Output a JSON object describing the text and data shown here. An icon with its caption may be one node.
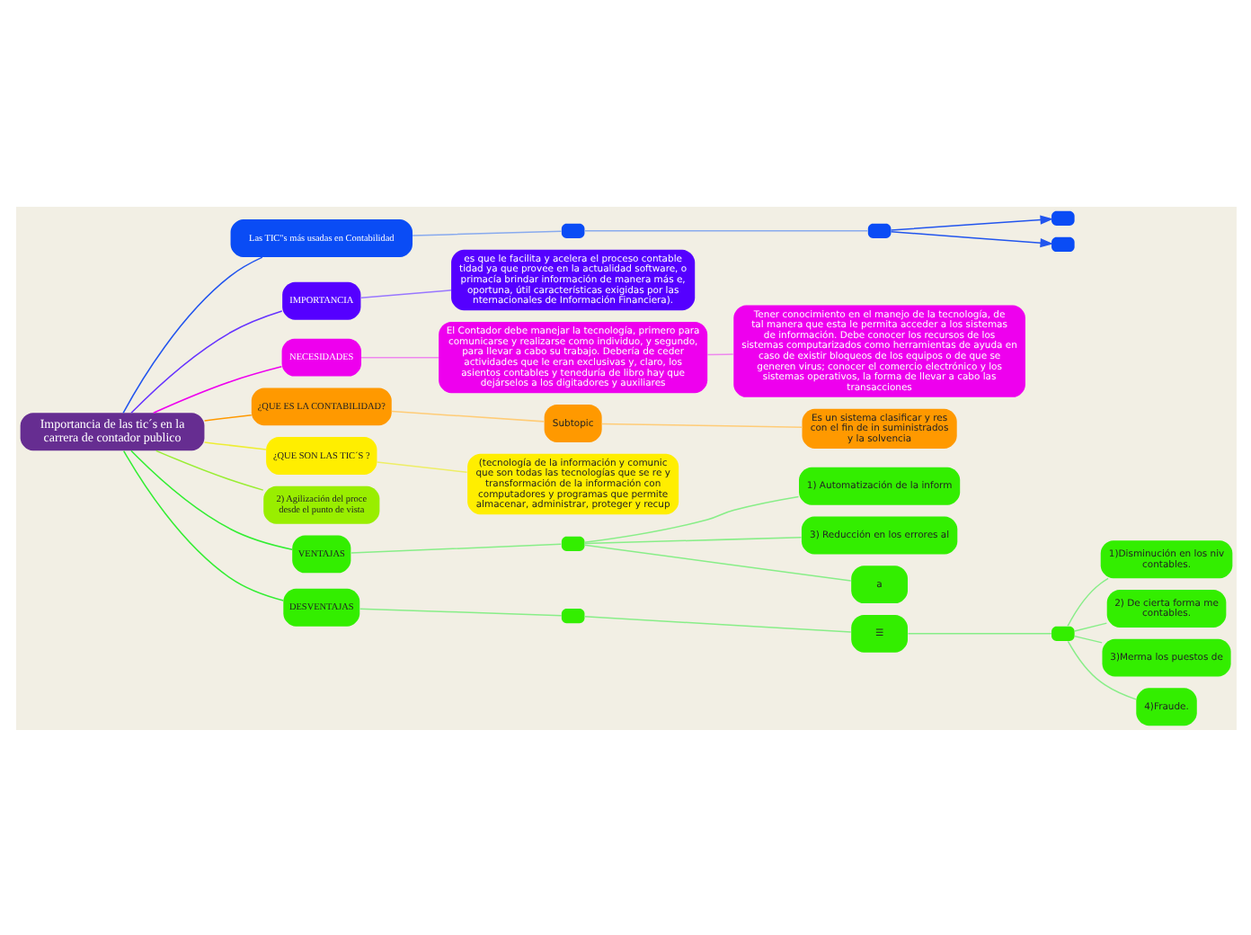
{
  "diagram": {
    "nodes": [
      {
        "text": [
          "Importancia de las tic´s en la carrera de contador publico"
        ]
      },
      {
        "text": [
          "Las TIC\"s más usadas en Contabilidad"
        ]
      },
      {
        "text": [],
        "shape": "box"
      },
      {
        "text": [],
        "shape": "box"
      },
      {
        "text": [],
        "shape": "box"
      },
      {
        "text": [],
        "shape": "box"
      },
      {
        "text": [
          "IMPORTANCIA"
        ]
      },
      {
        "text": [
          "es que le facilita y acelera el proceso contable tidad ya que provee en la actualidad software, o primacía brindar información de manera más e, oportuna, útil características exigidas por las nternacionales de Información Financiera)."
        ]
      },
      {
        "text": [
          "NECESIDADES"
        ]
      },
      {
        "text": [
          "El Contador debe manejar la tecnología, primero para comunicarse y realizarse como individuo, y segundo, para llevar a cabo su trabajo. Debería de ceder actividades que le eran exclusivas y, claro, los asientos contables y teneduría de libro hay que dejárselos a los digitadores y auxiliares"
        ]
      },
      {
        "text": [
          "Tener conocimiento en el manejo de la tecnología, de tal manera que esta le permita acceder a los sistemas de información. Debe conocer los recursos de los sistemas computarizados como herramientas de ayuda en caso de existir bloqueos de los equipos o de que se generen virus; conocer el comercio electrónico y los sistemas operativos, la forma de llevar a cabo las transacciones"
        ]
      },
      {
        "text": [
          "¿QUE ES LA CONTABILIDAD?"
        ]
      },
      {
        "text": [
          "Subtopic"
        ]
      },
      {
        "text": [
          "Es un sistema clasificar y res con el fin de in suministrados y la solvencia"
        ]
      },
      {
        "text": [
          "¿QUE SON LAS TIC´S ?"
        ]
      },
      {
        "text": [
          "(tecnología de la información y comunic que son todas las tecnologías que se re y transformación de la información con computadores y programas que permite almacenar, administrar, proteger y recup"
        ]
      },
      {
        "text": [
          "2) Agilización del proce desde el punto de vista"
        ]
      },
      {
        "text": [
          "VENTAJAS"
        ]
      },
      {
        "text": [],
        "shape": "box"
      },
      {
        "text": [
          "1) Automatización de la inform"
        ]
      },
      {
        "text": [
          "3) Reducción en los errores al"
        ]
      },
      {
        "text": [
          "a"
        ]
      },
      {
        "text": [
          "DESVENTAJAS"
        ]
      },
      {
        "text": [],
        "shape": "box"
      },
      {
        "text": [
          "☰"
        ]
      },
      {
        "text": [],
        "shape": "box"
      },
      {
        "text": [
          "1)Disminución en los niv contables."
        ]
      },
      {
        "text": [
          "2) De cierta forma me contables."
        ]
      },
      {
        "text": [
          "3)Merma los puestos de"
        ]
      },
      {
        "text": [
          "4)Fraude."
        ]
      }
    ],
    "edges": [
      {
        "from": 0,
        "to": 1,
        "arrow": "none",
        "color": "#2255ee"
      },
      {
        "from": 1,
        "to": 2,
        "arrow": "none",
        "color": "#88aaee"
      },
      {
        "from": 2,
        "to": 3,
        "arrow": "none",
        "color": "#88aaee"
      },
      {
        "from": 3,
        "to": 4,
        "arrow": "to",
        "color": "#2255ee"
      },
      {
        "from": 3,
        "to": 5,
        "arrow": "to",
        "color": "#2255ee"
      },
      {
        "from": 0,
        "to": 6,
        "arrow": "none",
        "color": "#6633ff"
      },
      {
        "from": 6,
        "to": 7,
        "arrow": "none",
        "color": "#9977ff"
      },
      {
        "from": 0,
        "to": 8,
        "arrow": "none",
        "color": "#ee00ee"
      },
      {
        "from": 8,
        "to": 9,
        "arrow": "none",
        "color": "#ee88ee"
      },
      {
        "from": 9,
        "to": 10,
        "arrow": "none",
        "color": "#ee88ee"
      },
      {
        "from": 0,
        "to": 11,
        "arrow": "none",
        "color": "#ff9900"
      },
      {
        "from": 11,
        "to": 12,
        "arrow": "none",
        "color": "#ffcc77"
      },
      {
        "from": 12,
        "to": 13,
        "arrow": "none",
        "color": "#ffcc77"
      },
      {
        "from": 0,
        "to": 14,
        "arrow": "none",
        "color": "#eeee33"
      },
      {
        "from": 14,
        "to": 15,
        "arrow": "none",
        "color": "#eeee66"
      },
      {
        "from": 0,
        "to": 16,
        "arrow": "none",
        "color": "#99ee33"
      },
      {
        "from": 0,
        "to": 17,
        "arrow": "none",
        "color": "#33ee33"
      },
      {
        "from": 17,
        "to": 18,
        "arrow": "none",
        "color": "#88ee88"
      },
      {
        "from": 18,
        "to": 19,
        "arrow": "none",
        "color": "#88ee88"
      },
      {
        "from": 18,
        "to": 20,
        "arrow": "none",
        "color": "#88ee88"
      },
      {
        "from": 18,
        "to": 21,
        "arrow": "none",
        "color": "#88ee88"
      },
      {
        "from": 0,
        "to": 22,
        "arrow": "none",
        "color": "#33ee33"
      },
      {
        "from": 22,
        "to": 23,
        "arrow": "none",
        "color": "#88ee88"
      },
      {
        "from": 23,
        "to": 24,
        "arrow": "none",
        "color": "#88ee88"
      },
      {
        "from": 24,
        "to": 25,
        "arrow": "none",
        "color": "#88ee88"
      },
      {
        "from": 25,
        "to": 26,
        "arrow": "none",
        "color": "#88ee88"
      },
      {
        "from": 25,
        "to": 27,
        "arrow": "none",
        "color": "#88ee88"
      },
      {
        "from": 25,
        "to": 28,
        "arrow": "none",
        "color": "#88ee88"
      },
      {
        "from": 25,
        "to": 29,
        "arrow": "none",
        "color": "#88ee88"
      }
    ]
  }
}
